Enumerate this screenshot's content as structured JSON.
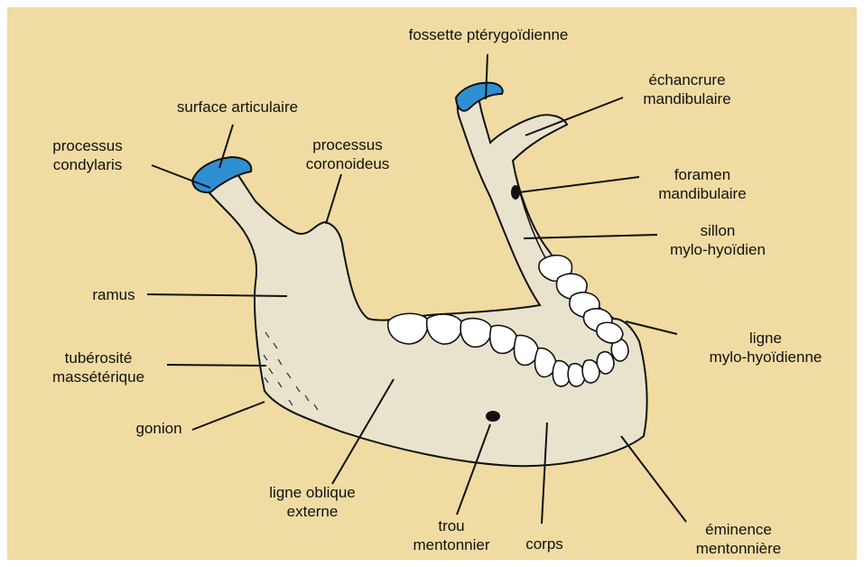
{
  "colors": {
    "background": "#f0dca2",
    "bone": "#e9e3cd",
    "articular": "#2f8fd3",
    "teeth": "#ffffff",
    "ink": "#111111"
  },
  "labels": {
    "fossette": "fossette ptérygoïdienne",
    "surface": "surface articulaire",
    "echancrure": "échancrure\nmandibulaire",
    "processus_condylaris": "processus\ncondylaris",
    "processus_coronoideus": "processus\ncoronoideus",
    "foramen": "foramen\nmandibulaire",
    "sillon": "sillon\nmylo-hyoïdien",
    "ramus": "ramus",
    "ligne_mylo": "ligne\nmylo-hyoïdienne",
    "tuberosite": "tubérosité\nmassétérique",
    "gonion": "gonion",
    "ligne_oblique": "ligne oblique\nexterne",
    "trou": "trou\nmentonnier",
    "corps": "corps",
    "eminence": "éminence\nmentonnière"
  }
}
